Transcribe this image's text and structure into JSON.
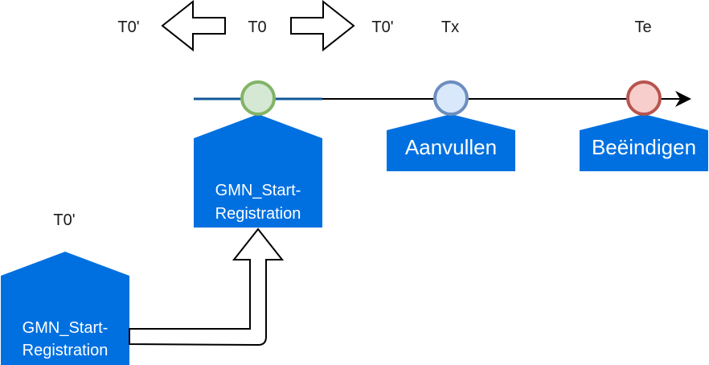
{
  "labels": {
    "t0_prime_left": "T0'",
    "t0": "T0",
    "t0_prime_right": "T0'",
    "tx": "Tx",
    "te": "Te",
    "t0_prime_lower": "T0'"
  },
  "events": {
    "start": {
      "line1": "GMN_Start-",
      "line2": "Registration"
    },
    "aanvullen": {
      "label": "Aanvullen"
    },
    "beeindigen": {
      "label": "Beëindigen"
    },
    "start_lower": {
      "line1": "GMN_Start-",
      "line2": "Registration"
    }
  },
  "colors": {
    "shape_fill": "#0070e0",
    "timeline": "#000000",
    "timeline_highlight": "#10589a",
    "node_green_fill": "#d5e8d4",
    "node_green_stroke": "#82b366",
    "node_blue_fill": "#dae8fc",
    "node_blue_stroke": "#6c8ebf",
    "node_red_fill": "#f8cecc",
    "node_red_stroke": "#b85450"
  }
}
